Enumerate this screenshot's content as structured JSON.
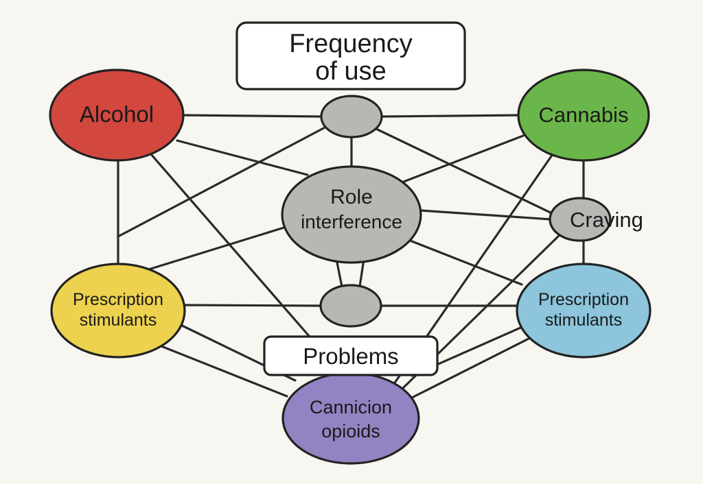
{
  "diagram": {
    "nodes": {
      "frequency": {
        "line1": "Frequency",
        "line2": "of use"
      },
      "alcohol": {
        "label": "Alcohol",
        "color": "#d2473e"
      },
      "cannabis": {
        "label": "Cannabis",
        "color": "#6ab64a"
      },
      "role": {
        "line1": "Role",
        "line2": "interference",
        "color": "#b8b7b4"
      },
      "craving": {
        "label": "Craving",
        "color": "#b8b7b4"
      },
      "stim_left": {
        "line1": "Prescription",
        "line2": "stimulants",
        "color": "#ecd24e"
      },
      "stim_right": {
        "line1": "Prescription",
        "line2": "stimulants",
        "color": "#8cc5dc"
      },
      "problems": {
        "label": "Problems"
      },
      "opioids": {
        "line1": "Cannicion",
        "line2": "opioids",
        "color": "#9283c2"
      },
      "hub_top": {
        "color": "#b8b7b4"
      },
      "hub_bottom": {
        "color": "#b8b7b4"
      }
    }
  }
}
